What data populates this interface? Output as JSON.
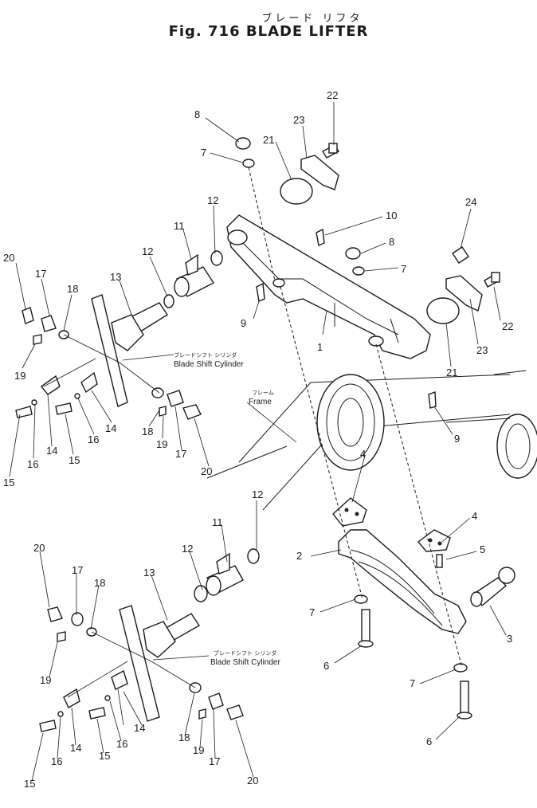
{
  "title_jp": "ブレード リフタ",
  "title": "Fig. 716 BLADE LIFTER",
  "notes": {
    "cylinder_jp": "ブレードシフト シリンダ",
    "cylinder": "Blade Shift Cylinder",
    "frame_jp": "フレーム",
    "frame": "Frame"
  },
  "callouts": [
    "1",
    "2",
    "3",
    "4",
    "4",
    "5",
    "6",
    "6",
    "7",
    "7",
    "7",
    "7",
    "8",
    "8",
    "9",
    "9",
    "10",
    "11",
    "11",
    "12",
    "12",
    "12",
    "12",
    "13",
    "13",
    "14",
    "14",
    "14",
    "14",
    "15",
    "15",
    "15",
    "15",
    "16",
    "16",
    "16",
    "16",
    "17",
    "17",
    "17",
    "17",
    "18",
    "18",
    "18",
    "18",
    "19",
    "19",
    "19",
    "19",
    "20",
    "20",
    "20",
    "20",
    "21",
    "21",
    "22",
    "22",
    "23",
    "23",
    "24"
  ]
}
